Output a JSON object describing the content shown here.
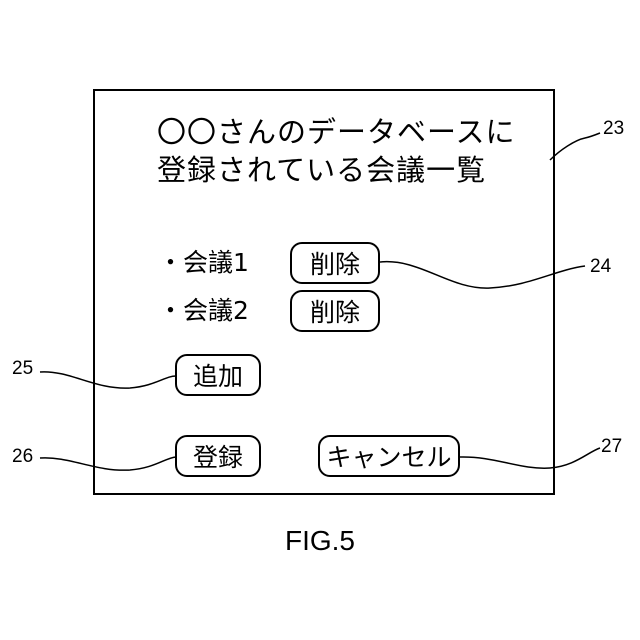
{
  "screen": {
    "title_line1": "〇〇さんのデータベースに",
    "title_line2": "登録されている会議一覧",
    "meetings": [
      {
        "bullet": "・",
        "label": "会議1",
        "delete_label": "削除"
      },
      {
        "bullet": "・",
        "label": "会議2",
        "delete_label": "削除"
      }
    ],
    "add_label": "追加",
    "register_label": "登録",
    "cancel_label": "キャンセル"
  },
  "references": {
    "screen": "23",
    "delete_button": "24",
    "add_button": "25",
    "register_button": "26",
    "cancel_button": "27"
  },
  "caption": "FIG.5"
}
